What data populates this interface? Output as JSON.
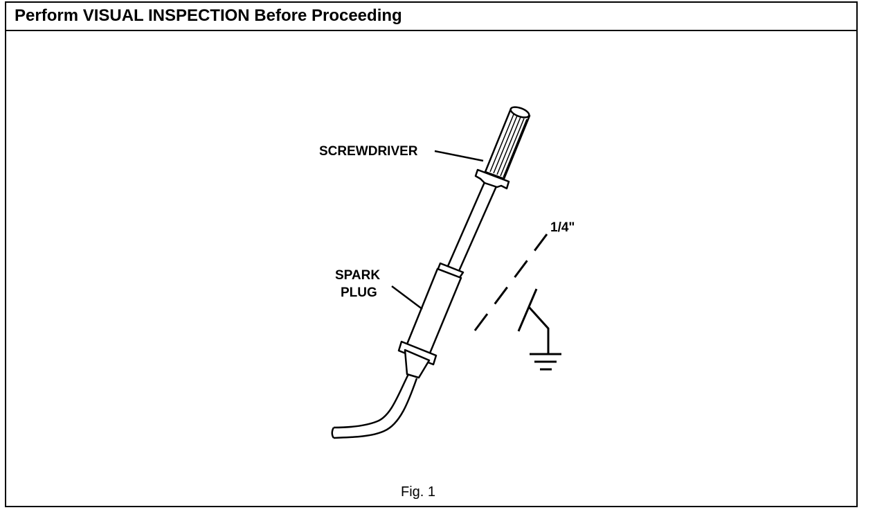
{
  "title": "Perform VISUAL INSPECTION Before Proceeding",
  "labels": {
    "screwdriver": "SCREWDRIVER",
    "spark_line1": "SPARK",
    "spark_line2": "PLUG",
    "gap": "1/4\""
  },
  "caption": "Fig. 1"
}
